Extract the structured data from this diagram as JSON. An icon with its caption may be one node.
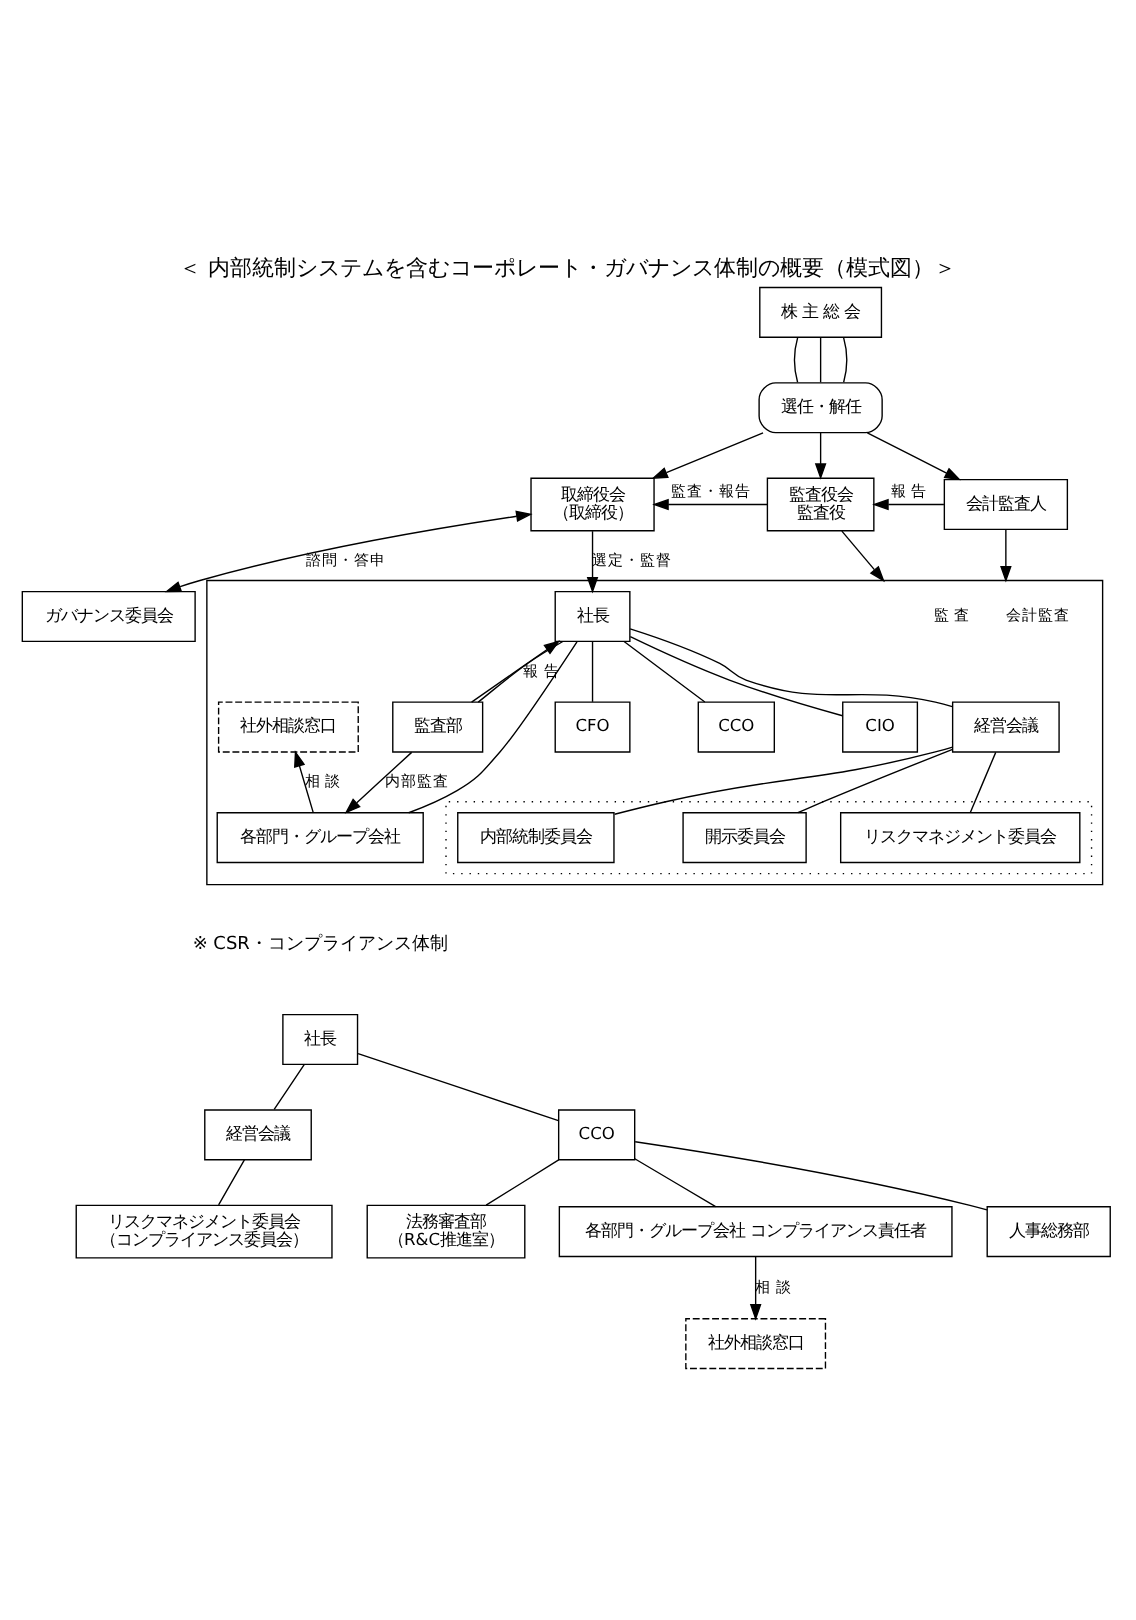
{
  "diagram": {
    "title": "＜ 内部統制システムを含むコーポレート・ガバナンス体制の概要（模式図）＞",
    "nodes": [
      {
        "text": [
          "株 主 総 会"
        ]
      },
      {
        "text": [
          "選任・解任"
        ]
      },
      {
        "text": [
          "取締役会",
          "（取締役）"
        ]
      },
      {
        "text": [
          "監査役会",
          "監査役"
        ]
      },
      {
        "text": [
          "会計監査人"
        ]
      },
      {
        "text": [
          "ガバナンス委員会"
        ]
      },
      {
        "text": [],
        "shape": "box"
      },
      {
        "text": [
          "社長"
        ],
        "in": 6
      },
      {
        "text": [
          "経営会議"
        ],
        "in": 6
      },
      {
        "text": [
          "CFO"
        ],
        "in": 6
      },
      {
        "text": [
          "CCO"
        ],
        "in": 6
      },
      {
        "text": [
          "CIO"
        ],
        "in": 6
      },
      {
        "text": [],
        "shape": "box",
        "in": 6
      },
      {
        "text": [
          "リスクマネジメント委員会"
        ],
        "in": 12
      },
      {
        "text": [
          "内部統制委員会"
        ],
        "in": 12
      },
      {
        "text": [
          "開示委員会"
        ],
        "in": 12
      },
      {
        "text": [
          "監査部"
        ],
        "in": 6
      },
      {
        "text": [
          "社外相談窓口"
        ],
        "in": 6
      },
      {
        "text": [
          "各部門・グループ会社"
        ],
        "in": 6
      },
      {
        "text": [
          "社長"
        ]
      },
      {
        "text": [
          "経営会議"
        ]
      },
      {
        "text": [
          "CCO"
        ]
      },
      {
        "text": [
          "人事総務部"
        ]
      },
      {
        "text": [
          "法務審査部",
          "（R&C推進室）"
        ]
      },
      {
        "text": [
          "リスクマネジメント委員会",
          "（コンプライアンス委員会）"
        ]
      },
      {
        "text": [
          "社外相談窓口"
        ]
      },
      {
        "text": [
          "各部門・グループ会社 コンプライアンス責任者"
        ]
      }
    ],
    "edges": [
      {
        "from": 0,
        "to": 1,
        "arrow": "none"
      },
      {
        "from": 0,
        "to": 1,
        "arrow": "none"
      },
      {
        "from": 0,
        "to": 1,
        "arrow": "none"
      },
      {
        "from": 1,
        "to": 2,
        "arrow": "to"
      },
      {
        "from": 1,
        "to": 3,
        "arrow": "to"
      },
      {
        "from": 1,
        "to": 4,
        "arrow": "to"
      },
      {
        "from": 3,
        "to": 2,
        "arrow": "to",
        "label": "監査・報告"
      },
      {
        "from": 4,
        "to": 3,
        "arrow": "to",
        "label": "報 告"
      },
      {
        "from": 2,
        "to": 5,
        "arrow": "both",
        "label": "諮問・答申"
      },
      {
        "from": 2,
        "to": 7,
        "arrow": "to",
        "label": "選定・監督"
      },
      {
        "from": 3,
        "to": 6,
        "arrow": "to",
        "label": "監 査"
      },
      {
        "from": 4,
        "to": 6,
        "arrow": "to",
        "label": "会計監査"
      },
      {
        "from": 7,
        "to": 8,
        "arrow": "none"
      },
      {
        "from": 7,
        "to": 9,
        "arrow": "none"
      },
      {
        "from": 7,
        "to": 10,
        "arrow": "none"
      },
      {
        "from": 7,
        "to": 11,
        "arrow": "none"
      },
      {
        "from": 8,
        "to": 13,
        "arrow": "none"
      },
      {
        "from": 8,
        "to": 14,
        "arrow": "none"
      },
      {
        "from": 8,
        "to": 15,
        "arrow": "none"
      },
      {
        "from": 16,
        "to": 7,
        "arrow": "to",
        "label": "報 告"
      },
      {
        "from": 16,
        "to": 7,
        "arrow": "none"
      },
      {
        "from": 7,
        "to": 18,
        "arrow": "none"
      },
      {
        "from": 16,
        "to": 18,
        "arrow": "to",
        "label": "内部監査"
      },
      {
        "from": 18,
        "to": 17,
        "arrow": "to",
        "label": "相 談"
      },
      {
        "from": 19,
        "to": 21,
        "arrow": "none"
      },
      {
        "from": 19,
        "to": 20,
        "arrow": "none"
      },
      {
        "from": 20,
        "to": 24,
        "arrow": "none"
      },
      {
        "from": 21,
        "to": 22,
        "arrow": "none"
      },
      {
        "from": 21,
        "to": 23,
        "arrow": "none"
      },
      {
        "from": 21,
        "to": 26,
        "arrow": "none"
      },
      {
        "from": 26,
        "to": 25,
        "arrow": "to",
        "label": "相 談"
      }
    ],
    "labels": [
      "※ CSR・コンプライアンス体制"
    ]
  }
}
